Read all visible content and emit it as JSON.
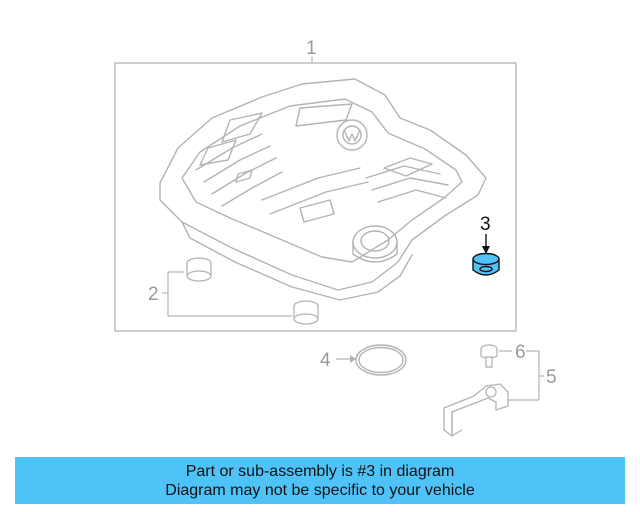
{
  "diagram": {
    "callouts": {
      "c1": "1",
      "c2": "2",
      "c3": "3",
      "c4": "4",
      "c5": "5",
      "c6": "6"
    },
    "highlighted_part": "3",
    "colors": {
      "line": "#b3b3b3",
      "highlight_fill": "#4fc3f7",
      "highlight_stroke": "#111111"
    }
  },
  "banner": {
    "line1": "Part or sub-assembly is #3 in diagram",
    "line2": "Diagram may not be specific to your vehicle",
    "color": "#4fc3f7"
  }
}
